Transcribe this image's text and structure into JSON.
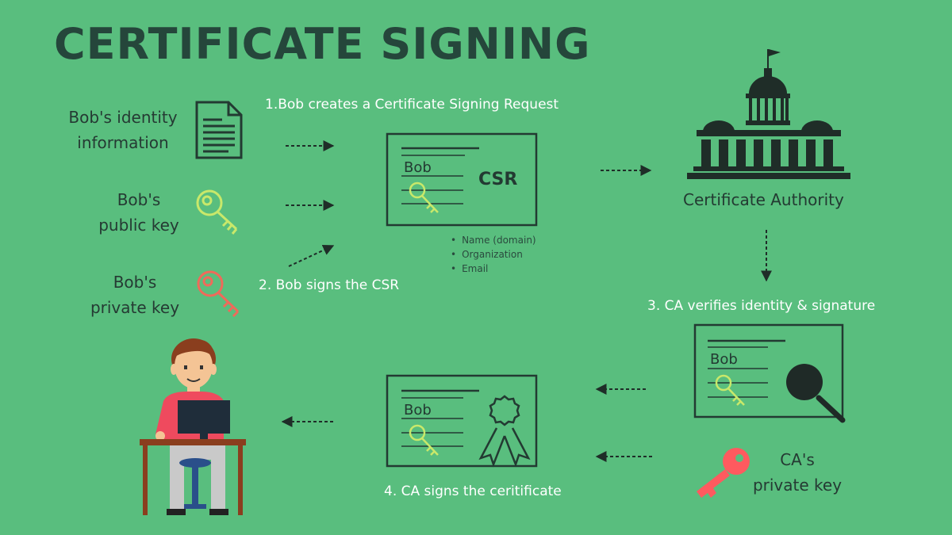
{
  "title": "CERTIFICATE SIGNING",
  "inputs": {
    "identity": {
      "line1": "Bob's identity",
      "line2": "information"
    },
    "public_key": {
      "line1": "Bob's",
      "line2": "public key"
    },
    "private_key": {
      "line1": "Bob's",
      "line2": "private key"
    }
  },
  "steps": {
    "step1": "1.Bob creates a Certificate Signing Request",
    "step2": "2. Bob signs the CSR",
    "step3": "3. CA verifies identity & signature",
    "step4": "4. CA signs the ceritificate"
  },
  "csr_card": {
    "name": "Bob",
    "label": "CSR",
    "fields": [
      "Name (domain)",
      "Organization",
      "Email"
    ]
  },
  "verify_card": {
    "name": "Bob"
  },
  "signed_card": {
    "name": "Bob"
  },
  "ca": {
    "name": "Certificate Authority"
  },
  "ca_key": {
    "line1": "CA's",
    "line2": "private key"
  },
  "colors": {
    "background": "#59be7e",
    "dark": "#233a32",
    "public_key": "#c9e86a",
    "private_key": "#ef6a5a",
    "ca_key": "#ff5a5f",
    "person_shirt": "#ef4a5e"
  }
}
